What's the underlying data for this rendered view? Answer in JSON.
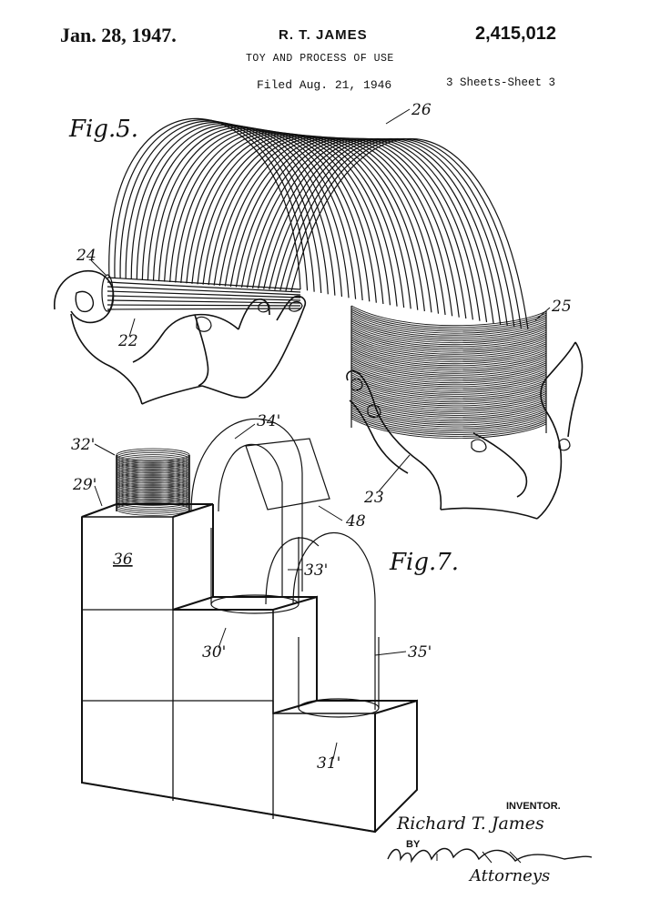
{
  "header": {
    "date": "Jan. 28, 1947.",
    "inventor": "R. T. JAMES",
    "patent_number": "2,415,012",
    "title": "TOY AND PROCESS OF USE",
    "filed": "Filed Aug. 21, 1946",
    "sheets": "3 Sheets-Sheet 3"
  },
  "figures": {
    "fig5_label": "Fig.5.",
    "fig7_label": "Fig.7.",
    "refs": {
      "r26": "26",
      "r24": "24",
      "r22": "22",
      "r25": "25",
      "r23": "23",
      "r34p": "34'",
      "r32p": "32'",
      "r29p": "29'",
      "r48": "48",
      "r36": "36",
      "r33p": "33'",
      "r30p": "30'",
      "r35p": "35'",
      "r31p": "31'"
    }
  },
  "signature": {
    "inventor_label": "INVENTOR.",
    "inventor_name": "Richard T. James",
    "by": "BY",
    "attorneys": "Attorneys"
  }
}
